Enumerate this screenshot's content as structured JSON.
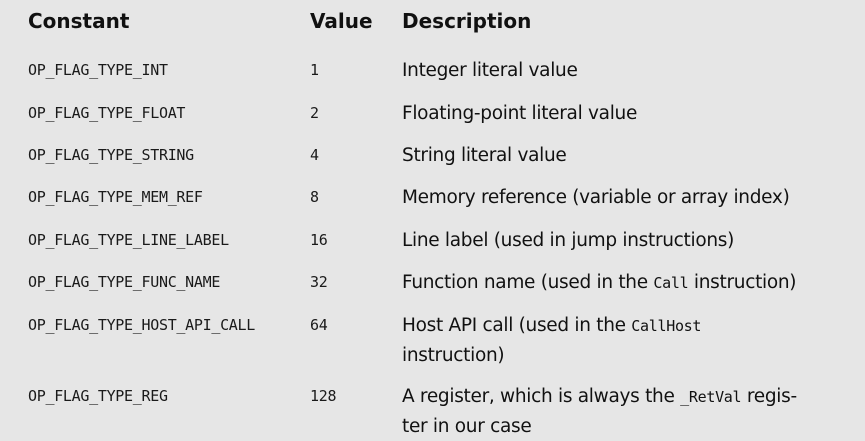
{
  "header": {
    "constant": "Constant",
    "value": "Value",
    "description": "Description"
  },
  "rows": [
    {
      "constant": "OP_FLAG_TYPE_INT",
      "value": "1",
      "description": [
        "Integer literal value"
      ]
    },
    {
      "constant": "OP_FLAG_TYPE_FLOAT",
      "value": "2",
      "description": [
        "Floating-point literal value"
      ]
    },
    {
      "constant": "OP_FLAG_TYPE_STRING",
      "value": "4",
      "description": [
        "String literal value"
      ]
    },
    {
      "constant": "OP_FLAG_TYPE_MEM_REF",
      "value": "8",
      "description": [
        "Memory reference (variable or array index)"
      ]
    },
    {
      "constant": "OP_FLAG_TYPE_LINE_LABEL",
      "value": "16",
      "description": [
        "Line label (used in jump instructions)"
      ]
    },
    {
      "constant": "OP_FLAG_TYPE_FUNC_NAME",
      "value": "32",
      "description_parts": {
        "pre": "Function name (used in the ",
        "code": "Call",
        "post": " instruction)"
      }
    },
    {
      "constant": "OP_FLAG_TYPE_HOST_API_CALL",
      "value": "64",
      "description_parts": {
        "pre": "Host API call (used in the ",
        "code": "CallHost",
        "post": "",
        "line2": "instruction)"
      }
    },
    {
      "constant": "OP_FLAG_TYPE_REG",
      "value": "128",
      "description_parts": {
        "pre": "A register, which is always the ",
        "code": "_RetVal",
        "post": " regis-",
        "line2": "ter in our case"
      }
    }
  ]
}
